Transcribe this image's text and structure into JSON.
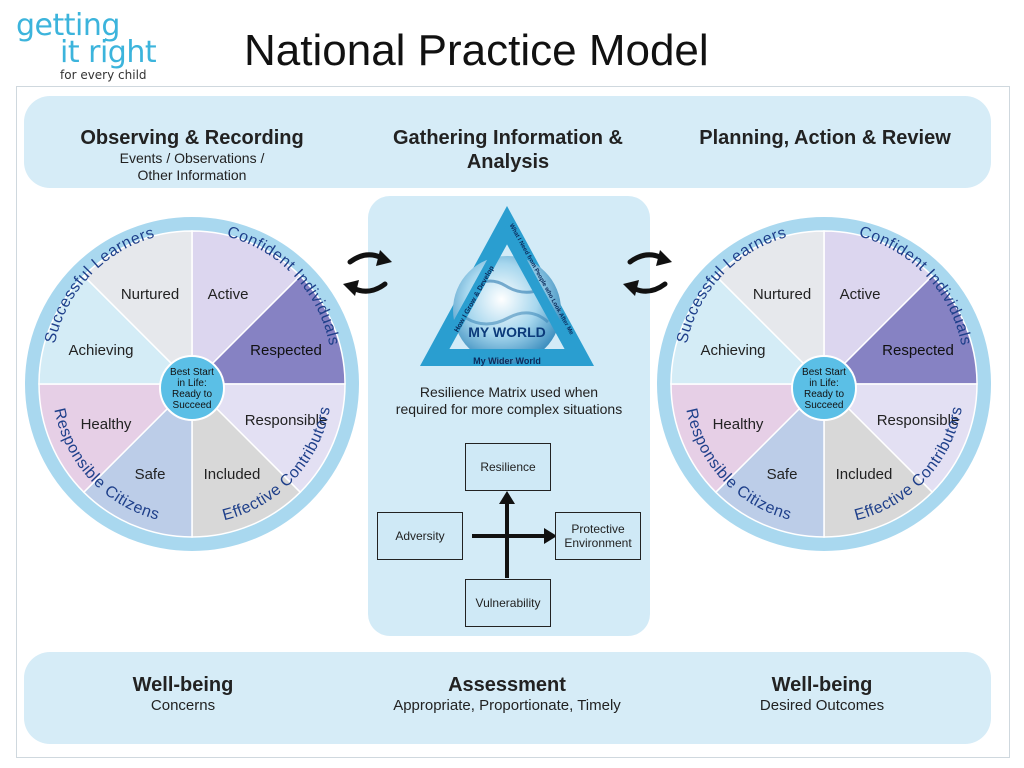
{
  "logo": {
    "line1": "getting",
    "line2": "it right",
    "line3": "for every child"
  },
  "title": "National Practice Model",
  "top_band": {
    "col1": {
      "heading": "Observing & Recording",
      "sub1": "Events / Observations /",
      "sub2": "Other Information"
    },
    "col2": {
      "heading1": "Gathering Information &",
      "heading2": "Analysis"
    },
    "col3": {
      "heading": "Planning, Action & Review"
    }
  },
  "wheel": {
    "segments": [
      "Active",
      "Respected",
      "Responsible",
      "Included",
      "Safe",
      "Healthy",
      "Achieving",
      "Nurtured"
    ],
    "center": [
      "Best Start",
      "in Life:",
      "Ready to",
      "Succeed"
    ],
    "ring": [
      "Successful Learners",
      "Confident Individuals",
      "Effective Contributors",
      "Responsible Citizens"
    ]
  },
  "my_world": {
    "center_label": "MY WORLD",
    "bottom_label": "My Wider World",
    "left_label": "How I Grow & Develop",
    "right_label": "What I Need from People who Look After Me"
  },
  "matrix": {
    "caption1": "Resilience Matrix used when",
    "caption2": "required for more complex situations",
    "top": "Resilience",
    "left": "Adversity",
    "right1": "Protective",
    "right2": "Environment",
    "bottom": "Vulnerability"
  },
  "bottom_band": {
    "col1": {
      "heading": "Well-being",
      "sub": "Concerns"
    },
    "col2": {
      "heading": "Assessment",
      "sub": "Appropriate, Proportionate, Timely"
    },
    "col3": {
      "heading": "Well-being",
      "sub": "Desired Outcomes"
    }
  },
  "colors": {
    "band": "#d6ecf7",
    "ring": "#a9d8ef",
    "center_circle": "#5bbfe6",
    "logo": "#3cb4dc",
    "triangle": "#2a9ed0"
  }
}
